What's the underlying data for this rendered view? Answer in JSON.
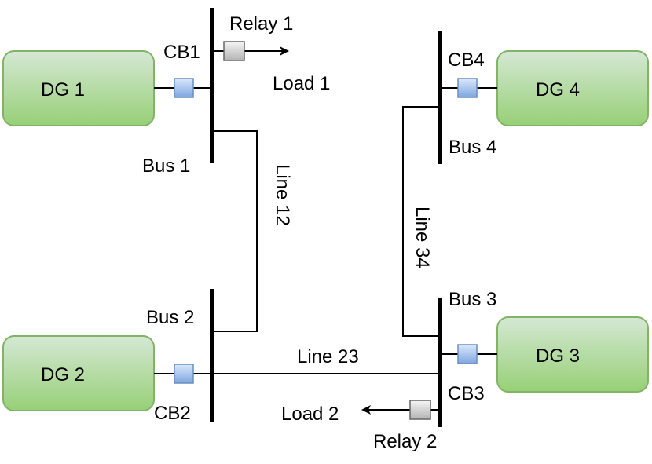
{
  "generators": {
    "dg1": "DG 1",
    "dg2": "DG 2",
    "dg3": "DG 3",
    "dg4": "DG 4"
  },
  "buses": {
    "bus1": "Bus 1",
    "bus2": "Bus 2",
    "bus3": "Bus 3",
    "bus4": "Bus 4"
  },
  "breakers": {
    "cb1": "CB1",
    "cb2": "CB2",
    "cb3": "CB3",
    "cb4": "CB4"
  },
  "relays": {
    "relay1": "Relay 1",
    "relay2": "Relay 2"
  },
  "loads": {
    "load1": "Load 1",
    "load2": "Load 2"
  },
  "lines": {
    "line12": "Line 12",
    "line23": "Line 23",
    "line34": "Line 34"
  },
  "colors": {
    "generator_fill_top": "#d5e8d4",
    "generator_fill_bottom": "#97d077",
    "generator_stroke": "#82b366",
    "breaker_fill": "#7ea6e0",
    "breaker_stroke": "#6c8ebf",
    "relay_fill": "#cccccc",
    "relay_stroke": "#666666"
  }
}
